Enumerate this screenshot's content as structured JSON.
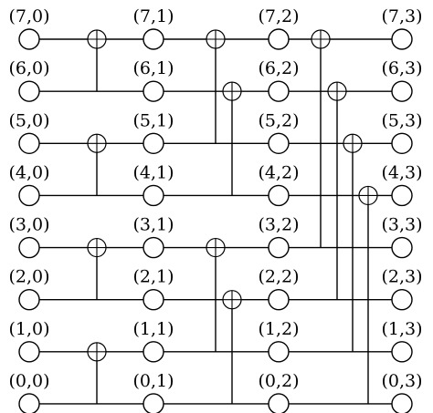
{
  "diagram": {
    "type": "xor-butterfly-network",
    "rows": [
      7,
      6,
      5,
      4,
      3,
      2,
      1,
      0
    ],
    "stages": [
      0,
      1,
      2,
      3
    ],
    "node_labels": {
      "7": [
        "(7,0)",
        "(7,1)",
        "(7,2)",
        "(7,3)"
      ],
      "6": [
        "(6,0)",
        "(6,1)",
        "(6,2)",
        "(6,3)"
      ],
      "5": [
        "(5,0)",
        "(5,1)",
        "(5,2)",
        "(5,3)"
      ],
      "4": [
        "(4,0)",
        "(4,1)",
        "(4,2)",
        "(4,3)"
      ],
      "3": [
        "(3,0)",
        "(3,1)",
        "(3,2)",
        "(3,3)"
      ],
      "2": [
        "(2,0)",
        "(2,1)",
        "(2,2)",
        "(2,3)"
      ],
      "1": [
        "(1,0)",
        "(1,1)",
        "(1,2)",
        "(1,3)"
      ],
      "0": [
        "(0,0)",
        "(0,1)",
        "(0,2)",
        "(0,3)"
      ]
    },
    "xor_gates": [
      {
        "stage": 1,
        "target_row": 7,
        "source_row": 6
      },
      {
        "stage": 1,
        "target_row": 5,
        "source_row": 4
      },
      {
        "stage": 1,
        "target_row": 3,
        "source_row": 2
      },
      {
        "stage": 1,
        "target_row": 1,
        "source_row": 0
      },
      {
        "stage": 2,
        "target_row": 7,
        "source_row": 5
      },
      {
        "stage": 2,
        "target_row": 6,
        "source_row": 4
      },
      {
        "stage": 2,
        "target_row": 3,
        "source_row": 1
      },
      {
        "stage": 2,
        "target_row": 2,
        "source_row": 0
      },
      {
        "stage": 3,
        "target_row": 7,
        "source_row": 3
      },
      {
        "stage": 3,
        "target_row": 6,
        "source_row": 2
      },
      {
        "stage": 3,
        "target_row": 5,
        "source_row": 1
      },
      {
        "stage": 3,
        "target_row": 4,
        "source_row": 0
      }
    ]
  }
}
